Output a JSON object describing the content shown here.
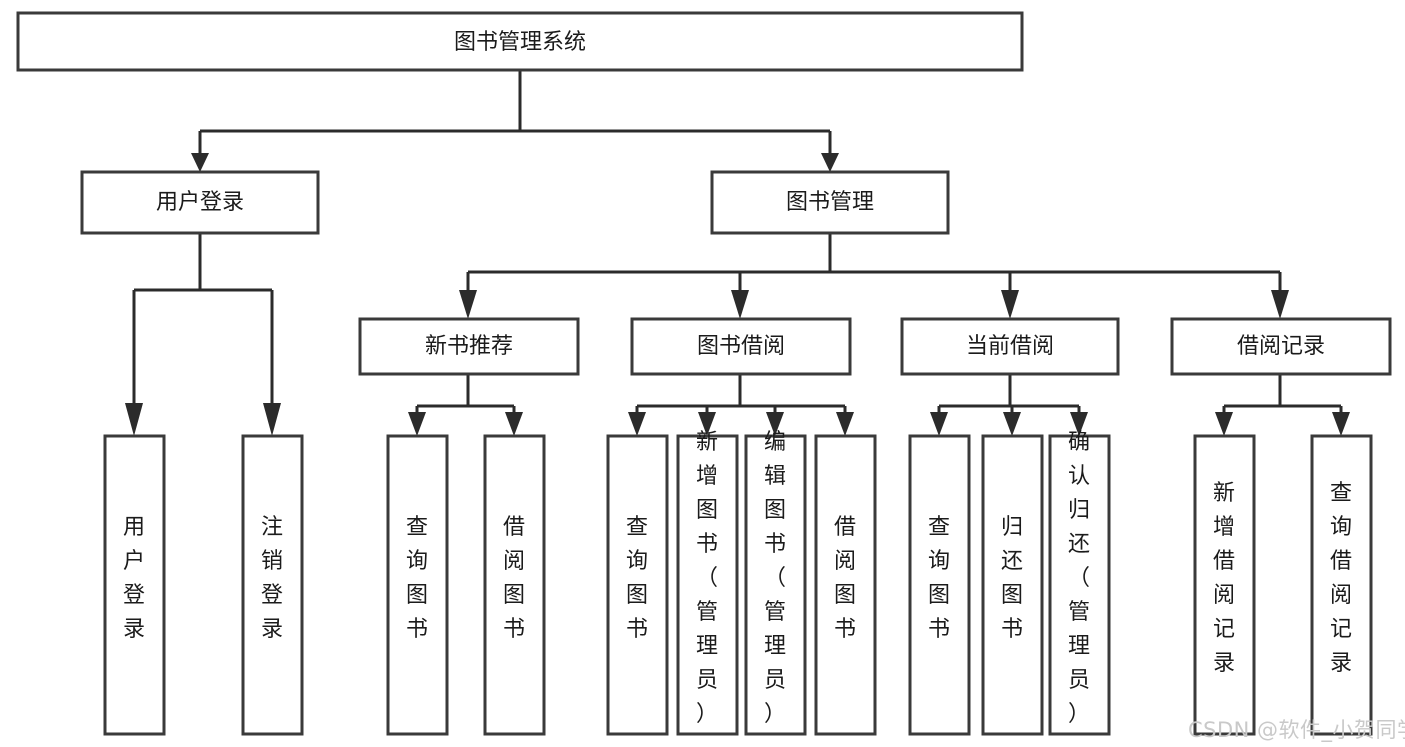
{
  "diagram": {
    "type": "tree-hierarchy",
    "title": "图书管理系统",
    "background_color": "#ffffff",
    "box_stroke_color": "#3a3a3a",
    "box_fill_color": "#ffffff",
    "connector_color": "#2b2b2b",
    "text_color": "#1b1b1b"
  },
  "nodes": {
    "root": {
      "label": "图书管理系统",
      "level": 1
    },
    "level2": [
      {
        "label": "用户登录",
        "level": 2
      },
      {
        "label": "图书管理",
        "level": 2
      }
    ],
    "level3": [
      {
        "label": "新书推荐",
        "level": 3,
        "parent": "图书管理"
      },
      {
        "label": "图书借阅",
        "level": 3,
        "parent": "图书管理"
      },
      {
        "label": "当前借阅",
        "level": 3,
        "parent": "图书管理"
      },
      {
        "label": "借阅记录",
        "level": 3,
        "parent": "图书管理"
      }
    ],
    "leaves": [
      {
        "label": "用户登录",
        "parent": "用户登录"
      },
      {
        "label": "注销登录",
        "parent": "用户登录"
      },
      {
        "label": "查询图书",
        "parent": "新书推荐"
      },
      {
        "label": "借阅图书",
        "parent": "新书推荐"
      },
      {
        "label": "查询图书",
        "parent": "图书借阅"
      },
      {
        "label": "新增图书（管理员）",
        "parent": "图书借阅"
      },
      {
        "label": "编辑图书（管理员）",
        "parent": "图书借阅"
      },
      {
        "label": "借阅图书",
        "parent": "图书借阅"
      },
      {
        "label": "查询图书",
        "parent": "当前借阅"
      },
      {
        "label": "归还图书",
        "parent": "当前借阅"
      },
      {
        "label": "确认归还（管理员）",
        "parent": "当前借阅"
      },
      {
        "label": "新增借阅记录",
        "parent": "借阅记录"
      },
      {
        "label": "查询借阅记录",
        "parent": "借阅记录"
      }
    ]
  },
  "watermark": {
    "text": "CSDN @软件_小贺同学",
    "color": "#c9c9c9"
  }
}
